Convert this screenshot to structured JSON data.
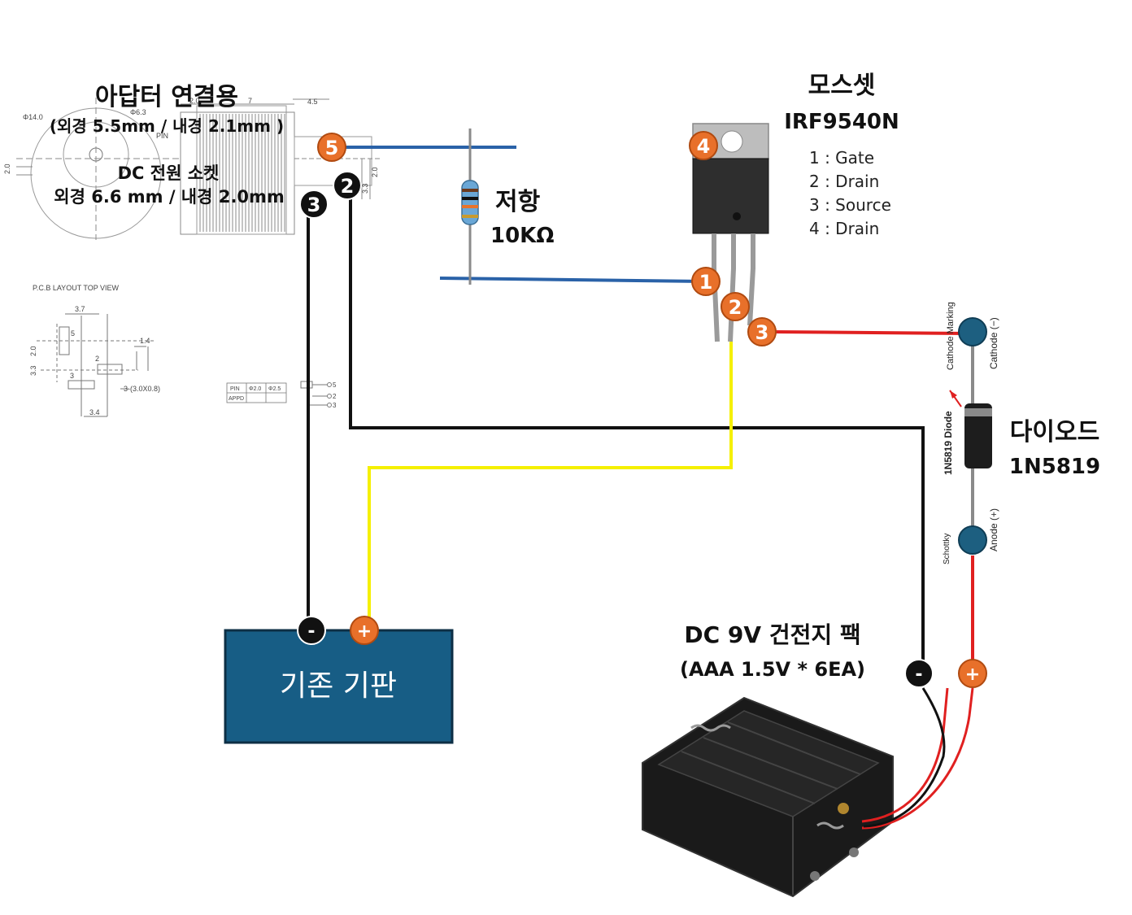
{
  "adapter": {
    "title": "아답터 연결용",
    "spec": "(외경  5.5mm / 내경 2.1mm )",
    "socket_title": "DC 전원 소켓",
    "socket_spec": "외경 6.6 mm  / 내경 2.0mm"
  },
  "drawing": {
    "dim_d14": "Φ14.0",
    "dim_d63": "Φ6.3",
    "dim_pin": "PIN",
    "dim_20": "2.0",
    "dim_7": "7",
    "dim_45": "4.5",
    "dim_20r": "2.0",
    "dim_33r": "3.3",
    "pcb_title": "P.C.B LAYOUT    TOP VIEW",
    "pcb_37": "3.7",
    "pcb_5": "5",
    "pcb_14": "1.4",
    "pcb_20": "2.0",
    "pcb_33": "3.3",
    "pcb_2": "2",
    "pcb_3": "3",
    "pcb_hole": "3-(3.0X0.8)",
    "pcb_34": "3.4",
    "tbl_pin": "PIN",
    "tbl_d20": "Φ2.0",
    "tbl_d25": "Φ2.5",
    "tbl_appd": "APPD",
    "sym_5": "5",
    "sym_2": "2",
    "sym_3": "3"
  },
  "resistor": {
    "name": "저항",
    "value": "10KΩ"
  },
  "mosfet": {
    "name": "모스셋",
    "model": "IRF9540N",
    "pins": [
      "1 : Gate",
      "2 : Drain",
      "3 : Source",
      "4 : Drain"
    ]
  },
  "diode": {
    "name": "다이오드",
    "model": "1N5819",
    "cathode_marking": "Cathode Marking",
    "cathode": "Cathode (−)",
    "anode": "Anode (+)",
    "diode_text": "1N5819 Diode",
    "schottky": "Schottky"
  },
  "battery": {
    "name": "DC 9V 건전지 팩",
    "spec": "(AAA 1.5V * 6EA)"
  },
  "board": {
    "label": "기존 기판"
  },
  "markers": {
    "m5": "5",
    "m2": "2",
    "m3": "3",
    "m4": "4",
    "g1": "1",
    "g2": "2",
    "g3": "3",
    "minus": "-",
    "plus": "+"
  },
  "colors": {
    "blue_wire": "#2a62a8",
    "black_wire": "#111111",
    "yellow_wire": "#f5f000",
    "red_wire": "#e02020",
    "orange_marker": "#e8702a",
    "board_fill": "#175d85",
    "diode_node": "#1d5f80"
  }
}
